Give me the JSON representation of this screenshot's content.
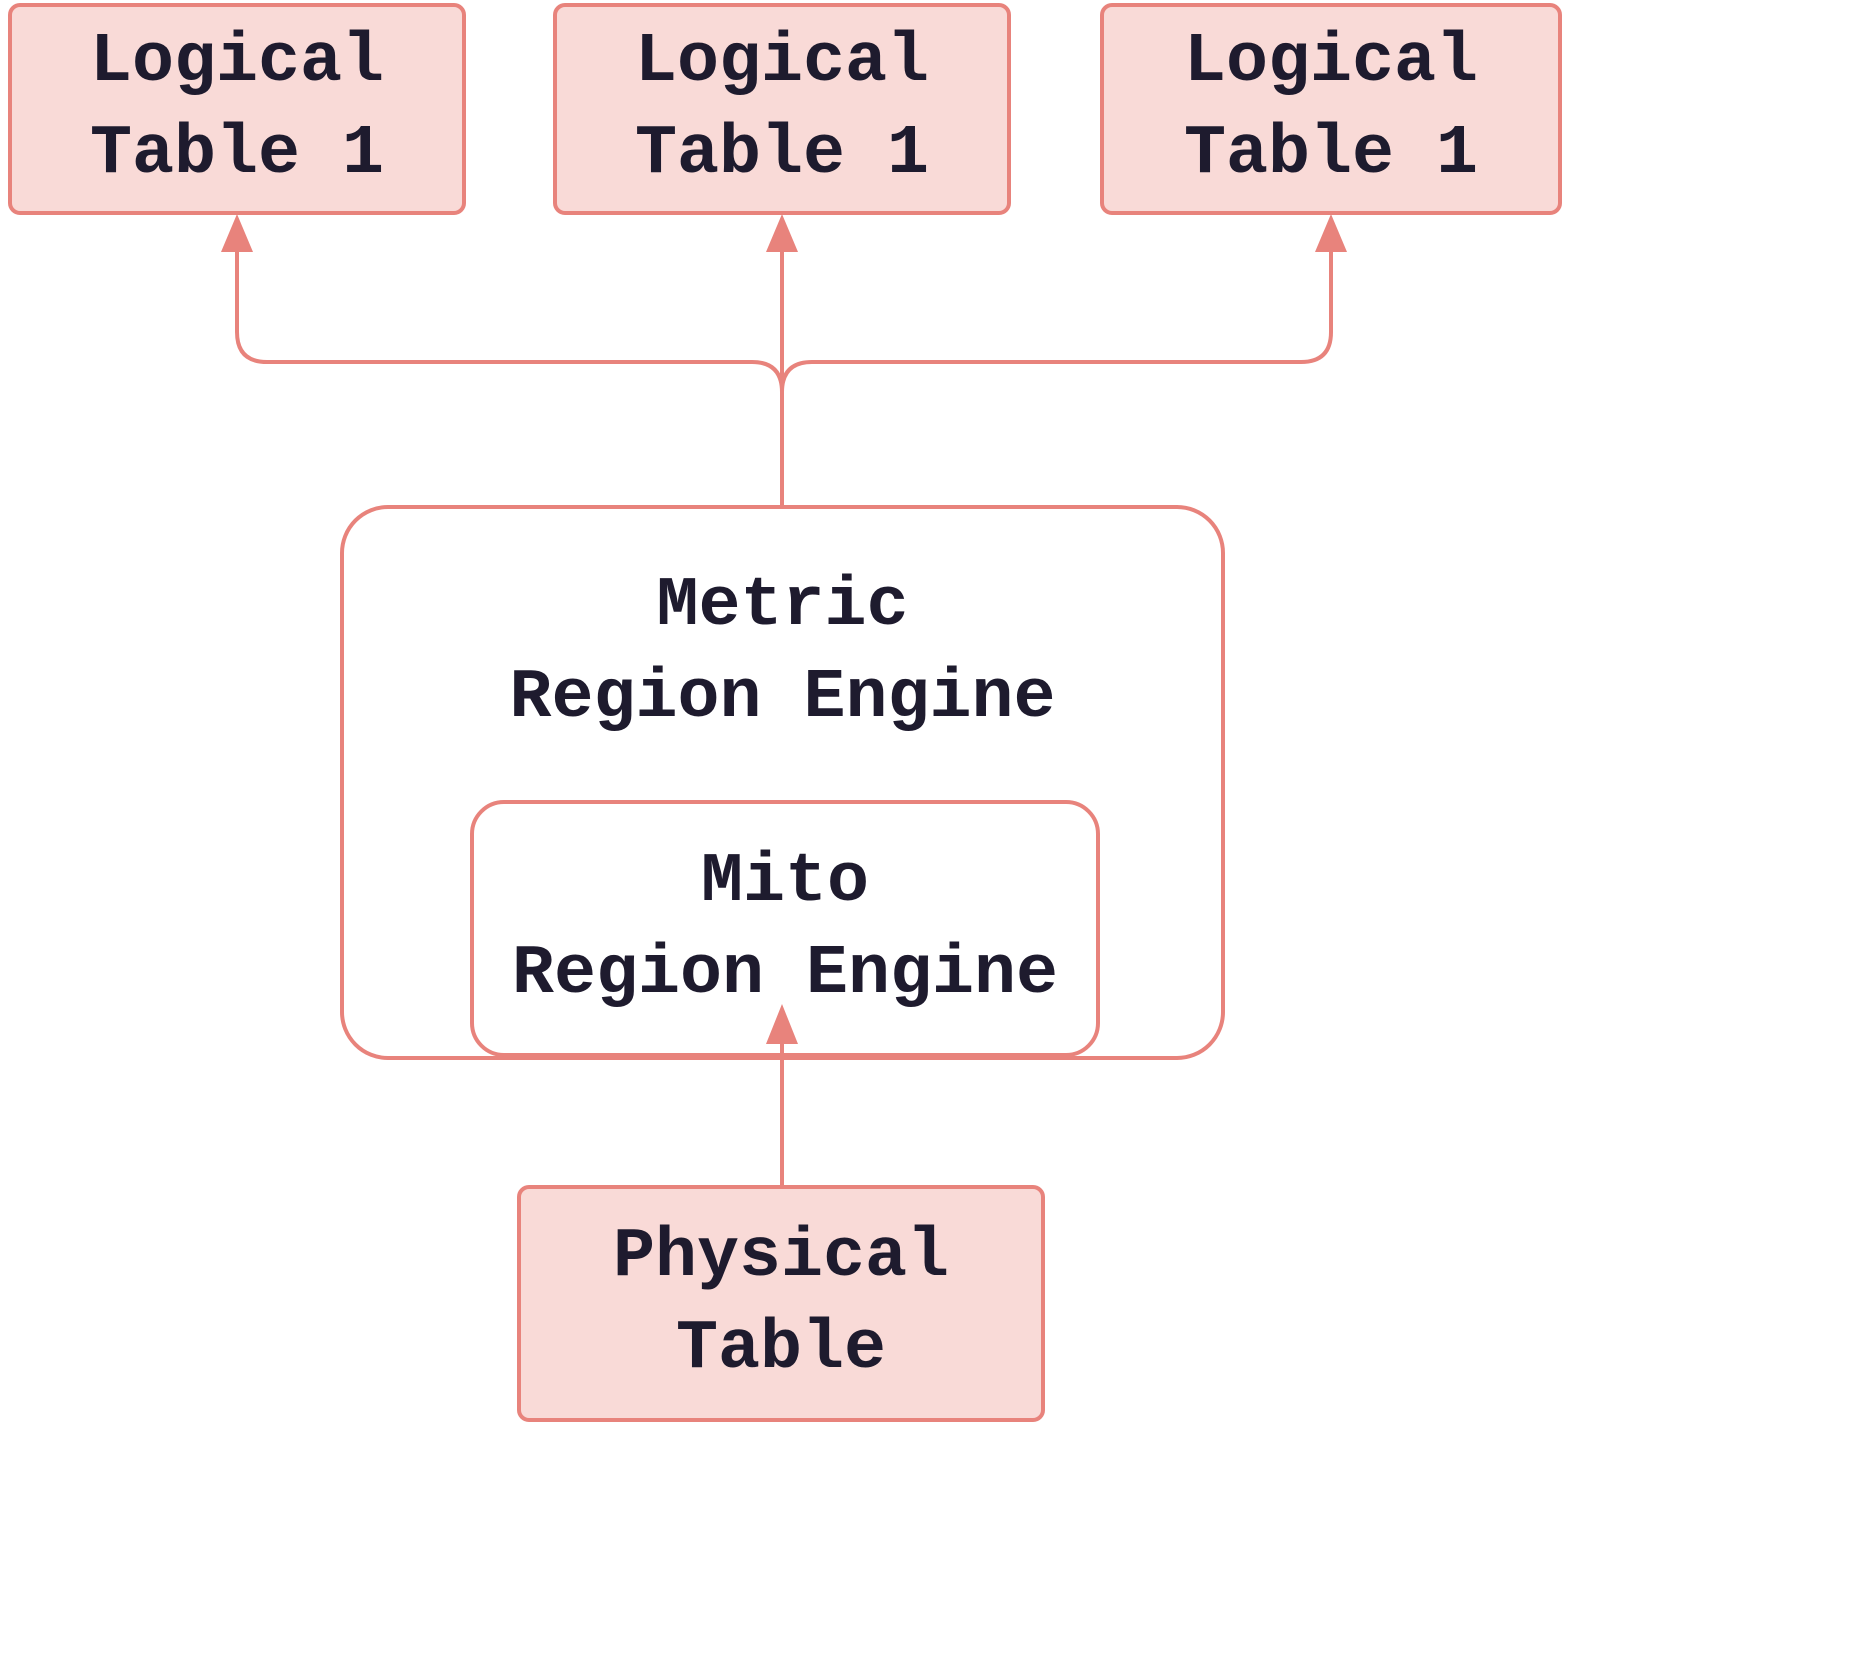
{
  "diagram": {
    "title": "Region engine table mapping diagram",
    "colors": {
      "accent": "#E8837C",
      "node_fill": "#F9DAD7",
      "container_fill": "#FFFFFF",
      "text": "#1E1B2E",
      "background": "#FFFFFF"
    },
    "nodes": {
      "logical_table_left": {
        "line1": "Logical",
        "line2": "Table 1"
      },
      "logical_table_mid": {
        "line1": "Logical",
        "line2": "Table 1"
      },
      "logical_table_right": {
        "line1": "Logical",
        "line2": "Table 1"
      },
      "metric_region_engine": {
        "line1": "Metric",
        "line2": "Region Engine"
      },
      "mito_region_engine": {
        "line1": "Mito",
        "line2": "Region Engine"
      },
      "physical_table": {
        "line1": "Physical",
        "line2": "Table"
      }
    },
    "edges": [
      {
        "from": "metric_region_engine",
        "to": "logical_table_left"
      },
      {
        "from": "metric_region_engine",
        "to": "logical_table_mid"
      },
      {
        "from": "metric_region_engine",
        "to": "logical_table_right"
      },
      {
        "from": "physical_table",
        "to": "mito_region_engine"
      }
    ]
  }
}
